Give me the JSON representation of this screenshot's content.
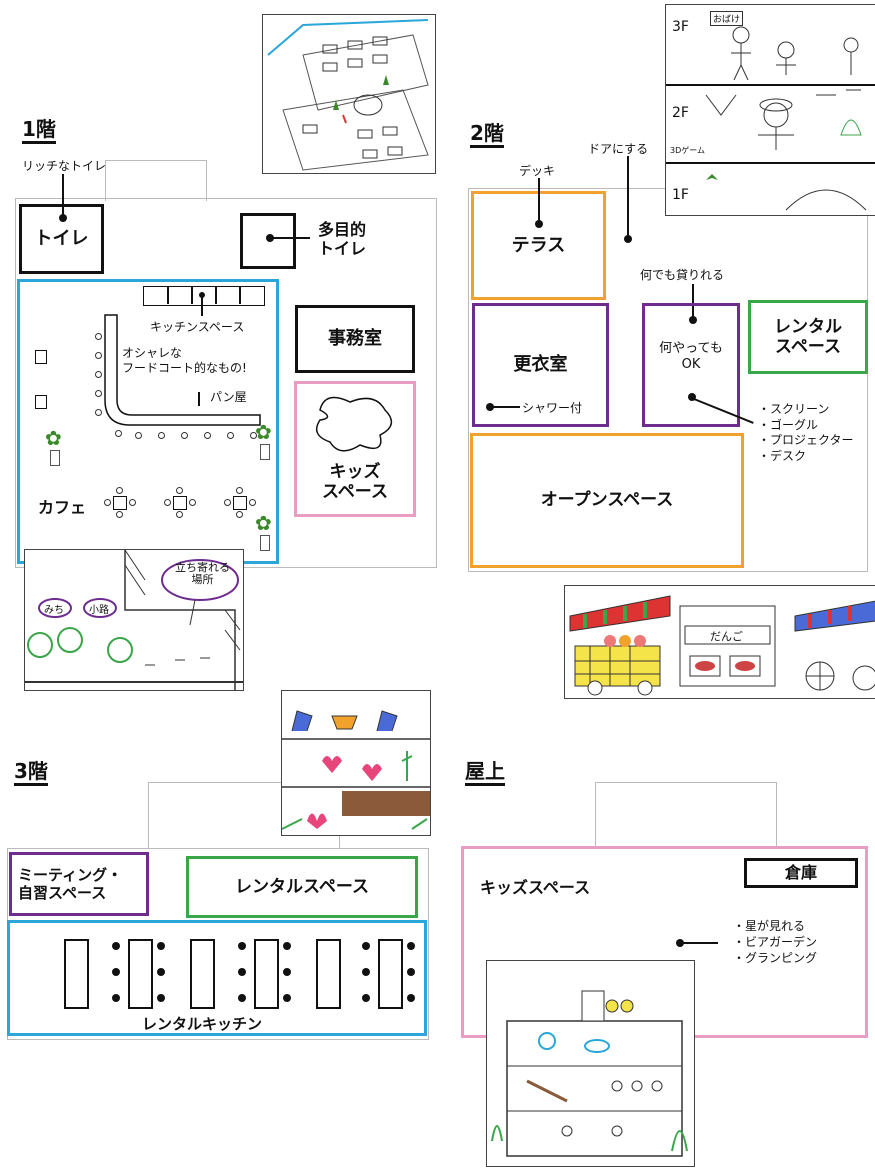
{
  "floor1": {
    "title": "1階",
    "notes": {
      "rich_toilet": "リッチなトイレ",
      "kitchen_space": "キッチンスペース",
      "food_court": "オシャレな\nフードコート的なもの!",
      "bakery": "パン屋"
    },
    "rooms": {
      "toilet": "トイレ",
      "multi_toilet": "多目的\nトイレ",
      "office": "事務室",
      "kids_space": "キッズ\nスペース",
      "cafe": "カフェ"
    },
    "sketch_notes": {
      "standing_spot": "立ち寄れる\n場所",
      "michi": "みち",
      "path": "小路"
    }
  },
  "floor2": {
    "title": "2階",
    "notes": {
      "deck": "デッキ",
      "make_door": "ドアにする",
      "rent_anything": "何でも貸りれる",
      "shower": "シャワー付",
      "equipment": [
        "・スクリーン",
        "・ゴーグル",
        "・プロジェクター",
        "・デスク"
      ]
    },
    "rooms": {
      "terrace": "テラス",
      "changing_room": "更衣室",
      "anything_ok": "何やっても\nOK",
      "rental_space": "レンタル\nスペース",
      "open_space": "オープンスペース"
    },
    "sketch_notes": {
      "f3": "3F",
      "f2": "2F",
      "f1": "1F",
      "ghost": "おばけ",
      "game3d": "3Dゲーム",
      "dango": "だんご"
    }
  },
  "floor3": {
    "title": "3階",
    "rooms": {
      "meeting": "ミーティング・\n自習スペース",
      "rental_space": "レンタルスペース",
      "rental_kitchen": "レンタルキッチン"
    }
  },
  "rooftop": {
    "title": "屋上",
    "rooms": {
      "kids_space": "キッズスペース",
      "storage": "倉庫"
    },
    "notes": [
      "・星が見れる",
      "・ビアガーデン",
      "・グランピング"
    ]
  },
  "colors": {
    "blue": "#2aa6d8",
    "pink": "#e89ec2",
    "orange": "#f0a22c",
    "purple": "#6e2c8e",
    "green": "#3aa64a",
    "black": "#111111"
  }
}
